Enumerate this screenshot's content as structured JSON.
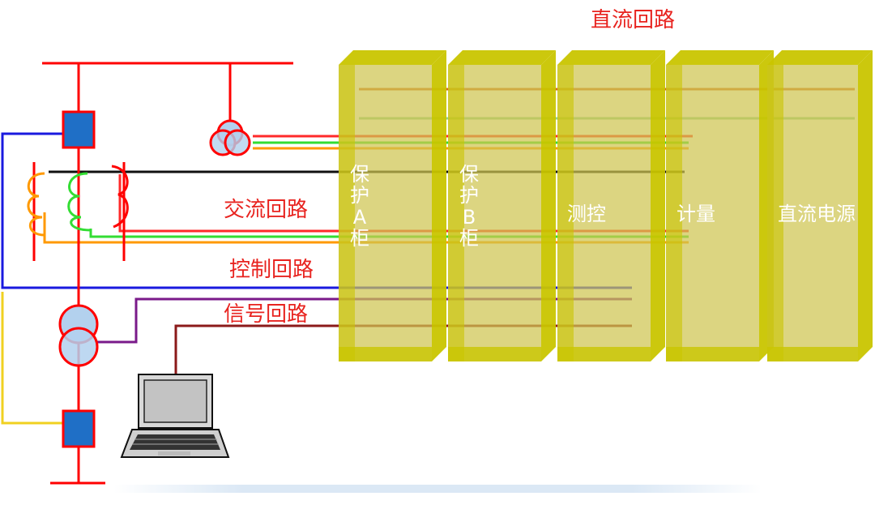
{
  "labels": {
    "dc_circuit": "直流回路",
    "ac_circuit": "交流回路",
    "control_circuit": "控制回路",
    "signal_circuit": "信号回路"
  },
  "cabinets": {
    "protection_a": [
      "保",
      "护",
      "A",
      "柜"
    ],
    "protection_b": [
      "保",
      "护",
      "B",
      "柜"
    ],
    "measure_control": "测控",
    "metering": "计量",
    "dc_power": "直流电源"
  },
  "colors": {
    "bus": "#ff0000",
    "breaker": "#1f6fc6",
    "dc_line": "#d2691e",
    "dc_line_2": "#8fd18f",
    "ac_red": "#ff2a2a",
    "ac_green": "#33dd33",
    "ac_orange": "#ff9900",
    "black_line": "#111111",
    "control_blue": "#1a1adf",
    "control_yellow": "#f0d020",
    "signal_purple": "#7a1a8a",
    "signal_brown": "#8b1a1a",
    "cabinet_front": "#cfc550",
    "cabinet_side": "#c9c500"
  }
}
